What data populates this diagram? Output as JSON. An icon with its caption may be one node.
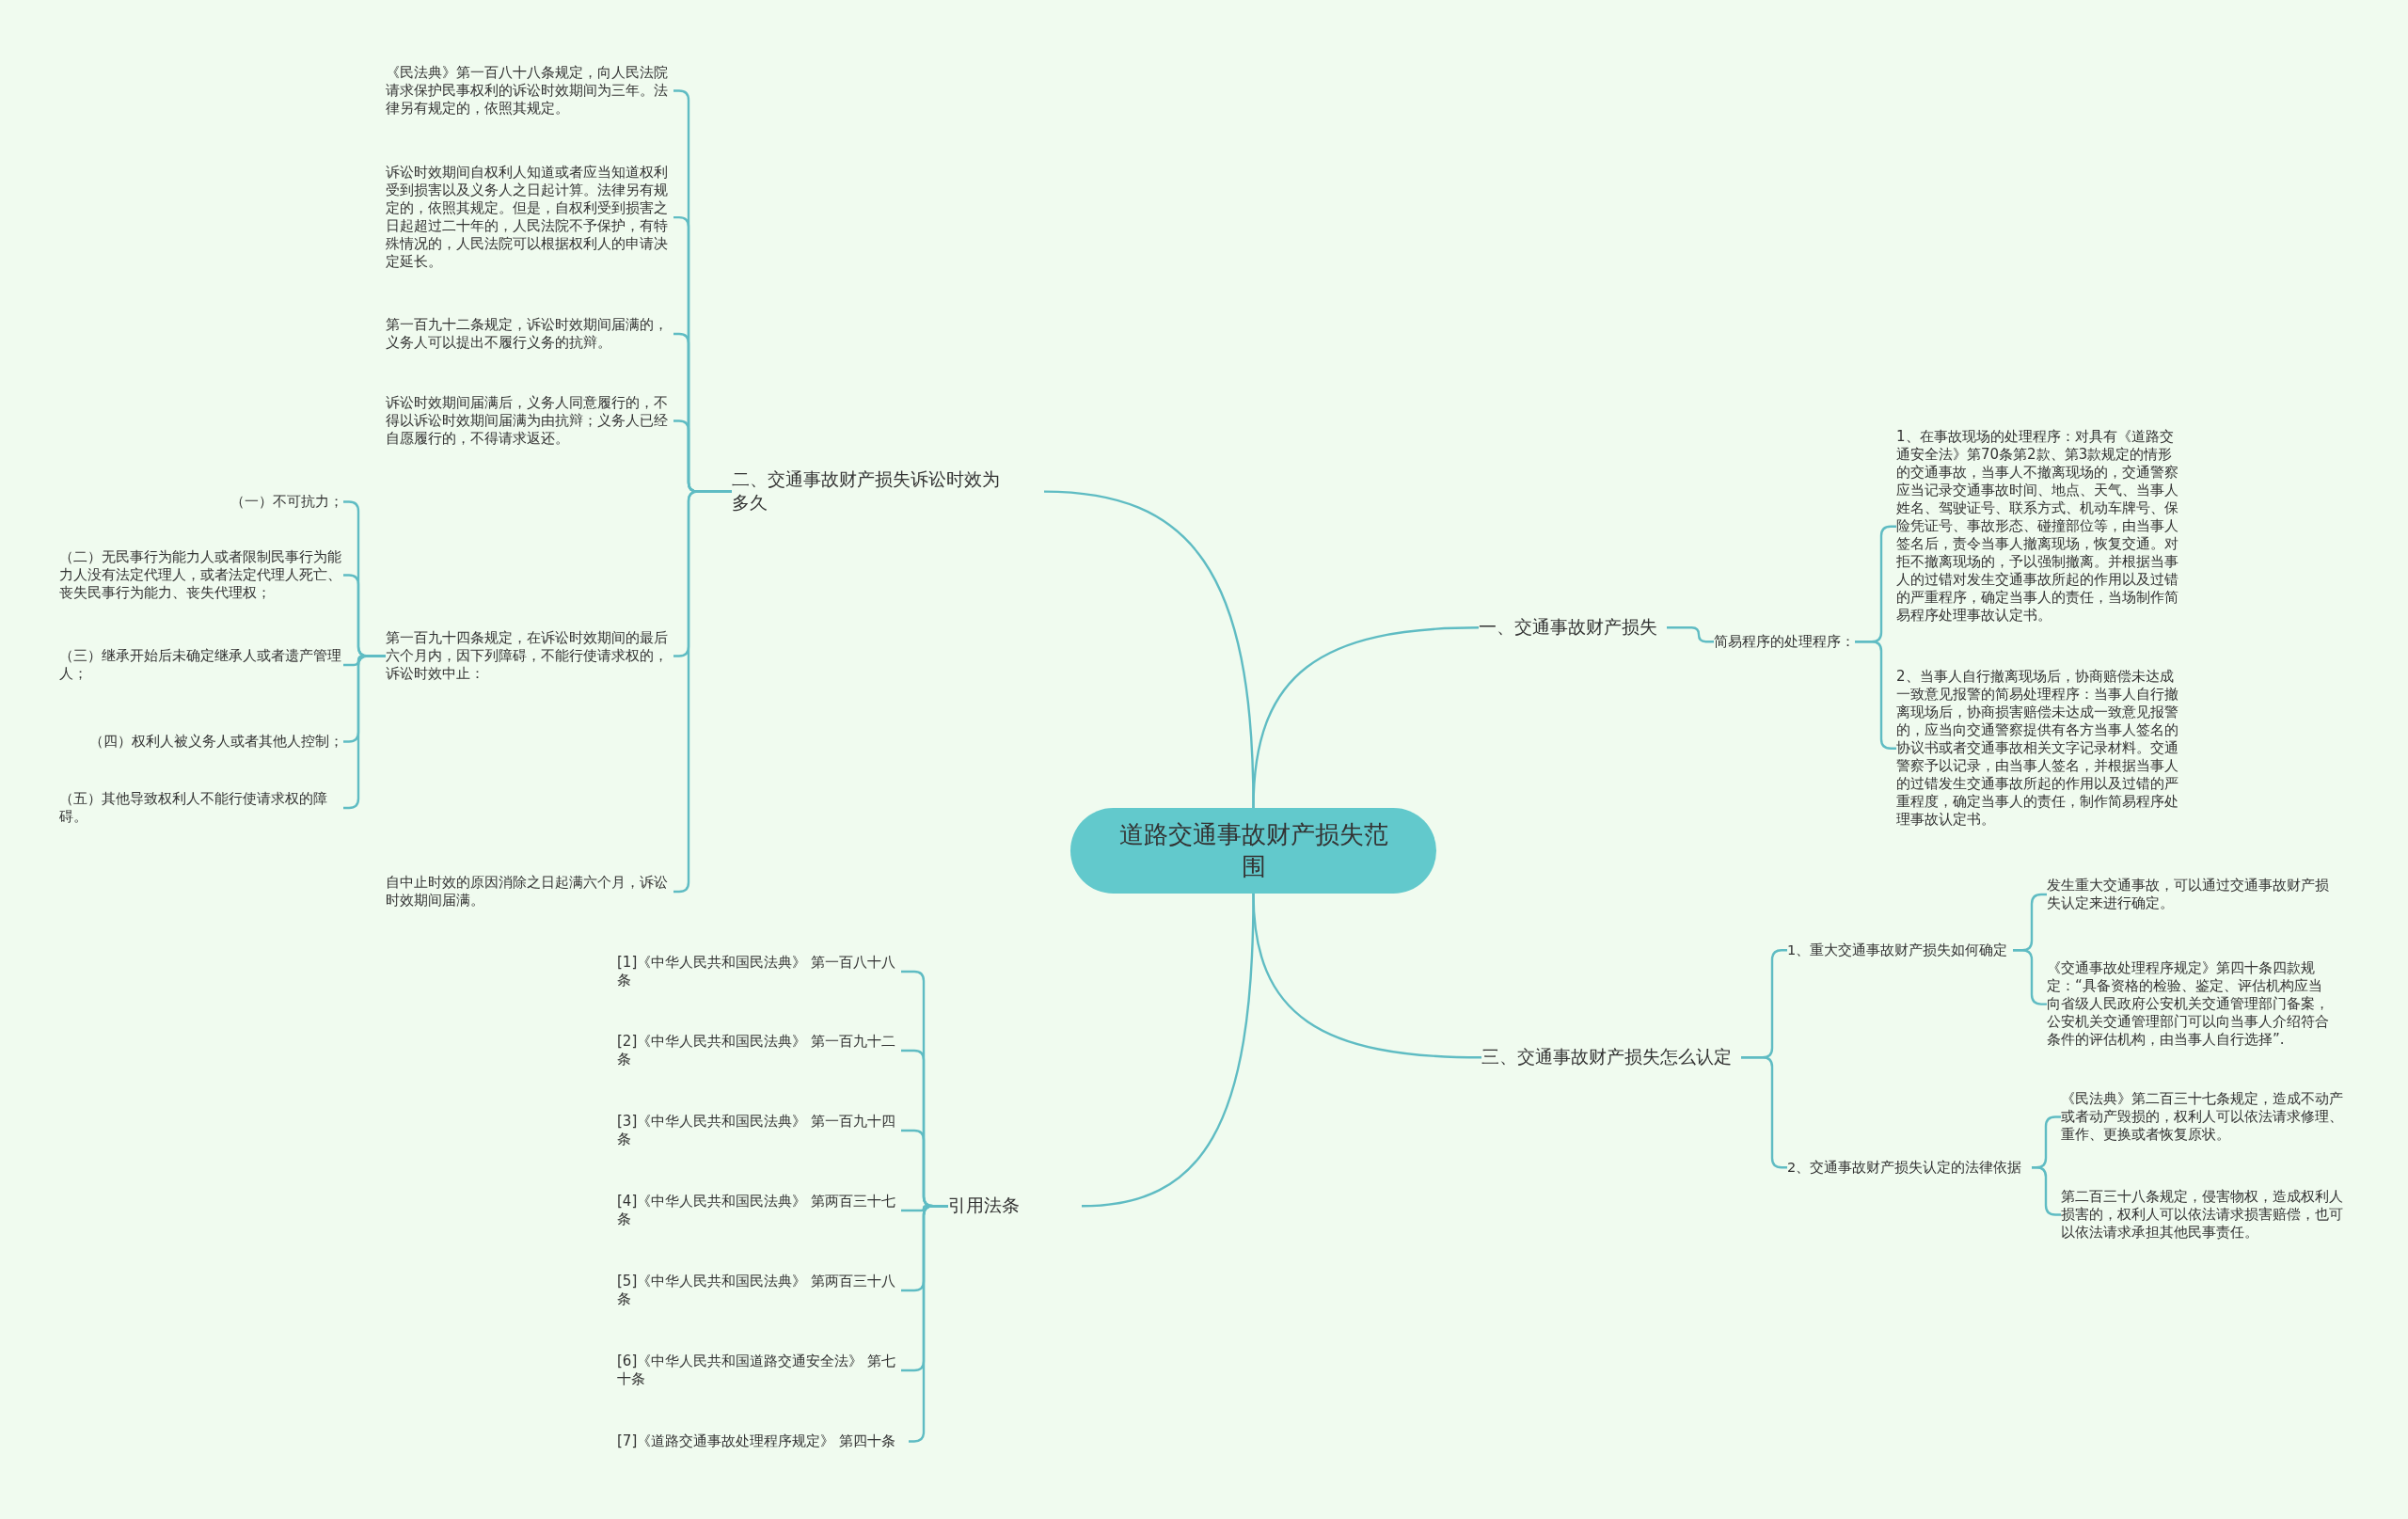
{
  "diagram": {
    "nodes": [
      {
        "text": [
          "道路交通事故财产损失范围"
        ]
      },
      {
        "text": [
          "一、交通事故财产损失"
        ]
      },
      {
        "text": [
          "简易程序的处理程序："
        ]
      },
      {
        "text": [
          "1、在事故现场的处理程序：对具有《道路交通安全法》第70条第2款、第3款规定的情形的交通事故，当事人不撤离现场的，交通警察应当记录交通事故时间、地点、天气、当事人姓名、驾驶证号、联系方式、机动车牌号、保险凭证号、事故形态、碰撞部位等，由当事人签名后，责令当事人撤离现场，恢复交通。对拒不撤离现场的，予以强制撤离。并根据当事人的过错对发生交通事故所起的作用以及过错的严重程序，确定当事人的责任，当场制作简易程序处理事故认定书。"
        ]
      },
      {
        "text": [
          "2、当事人自行撤离现场后，协商赔偿未达成一致意见报警的简易处理程序：当事人自行撤离现场后，协商损害赔偿未达成一致意见报警的，应当向交通警察提供有各方当事人签名的协议书或者交通事故相关文字记录材料。交通警察予以记录，由当事人签名，并根据当事人的过错发生交通事故所起的作用以及过错的严重程度，确定当事人的责任，制作简易程序处理事故认定书。"
        ]
      },
      {
        "text": [
          "二、交通事故财产损失诉讼时效为多久"
        ]
      },
      {
        "text": [
          "《民法典》第一百八十八条规定，向人民法院请求保护民事权利的诉讼时效期间为三年。法律另有规定的，依照其规定。"
        ]
      },
      {
        "text": [
          "诉讼时效期间自权利人知道或者应当知道权利受到损害以及义务人之日起计算。法律另有规定的，依照其规定。但是，自权利受到损害之日起超过二十年的，人民法院不予保护，有特殊情况的，人民法院可以根据权利人的申请决定延长。"
        ]
      },
      {
        "text": [
          "第一百九十二条规定，诉讼时效期间届满的，义务人可以提出不履行义务的抗辩。"
        ]
      },
      {
        "text": [
          "诉讼时效期间届满后，义务人同意履行的，不得以诉讼时效期间届满为由抗辩；义务人已经自愿履行的，不得请求返还。"
        ]
      },
      {
        "text": [
          "第一百九十四条规定，在诉讼时效期间的最后六个月内，因下列障碍，不能行使请求权的，诉讼时效中止："
        ]
      },
      {
        "text": [
          "（一）不可抗力；"
        ]
      },
      {
        "text": [
          "（二）无民事行为能力人或者限制民事行为能力人没有法定代理人，或者法定代理人死亡、丧失民事行为能力、丧失代理权；"
        ]
      },
      {
        "text": [
          "（三）继承开始后未确定继承人或者遗产管理人；"
        ]
      },
      {
        "text": [
          "（四）权利人被义务人或者其他人控制；"
        ]
      },
      {
        "text": [
          "（五）其他导致权利人不能行使请求权的障碍。"
        ]
      },
      {
        "text": [
          "自中止时效的原因消除之日起满六个月，诉讼时效期间届满。"
        ]
      },
      {
        "text": [
          "三、交通事故财产损失怎么认定"
        ]
      },
      {
        "text": [
          "1、重大交通事故财产损失如何确定"
        ]
      },
      {
        "text": [
          "发生重大交通事故，可以通过交通事故财产损失认定来进行确定。"
        ]
      },
      {
        "text": [
          "《交通事故处理程序规定》第四十条四款规定：“具备资格的检验、鉴定、评估机构应当向省级人民政府公安机关交通管理部门备案，公安机关交通管理部门可以向当事人介绍符合条件的评估机构，由当事人自行选择”."
        ]
      },
      {
        "text": [
          "2、交通事故财产损失认定的法律依据"
        ]
      },
      {
        "text": [
          "《民法典》第二百三十七条规定，造成不动产或者动产毁损的，权利人可以依法请求修理、重作、更换或者恢复原状。"
        ]
      },
      {
        "text": [
          "第二百三十八条规定，侵害物权，造成权利人损害的，权利人可以依法请求损害赔偿，也可以依法请求承担其他民事责任。"
        ]
      },
      {
        "text": [
          "引用法条"
        ]
      },
      {
        "text": [
          "[1]《中华人民共和国民法典》 第一百八十八条"
        ]
      },
      {
        "text": [
          "[2]《中华人民共和国民法典》 第一百九十二条"
        ]
      },
      {
        "text": [
          "[3]《中华人民共和国民法典》 第一百九十四条"
        ]
      },
      {
        "text": [
          "[4]《中华人民共和国民法典》 第两百三十七条"
        ]
      },
      {
        "text": [
          "[5]《中华人民共和国民法典》 第两百三十八条"
        ]
      },
      {
        "text": [
          "[6]《中华人民共和国道路交通安全法》 第七十条"
        ]
      },
      {
        "text": [
          "[7]《道路交通事故处理程序规定》 第四十条"
        ]
      }
    ],
    "edges": [
      {
        "from": 0,
        "to": 1,
        "arrow": "none"
      },
      {
        "from": 1,
        "to": 2,
        "arrow": "none"
      },
      {
        "from": 2,
        "to": 3,
        "arrow": "none"
      },
      {
        "from": 2,
        "to": 4,
        "arrow": "none"
      },
      {
        "from": 0,
        "to": 5,
        "arrow": "none"
      },
      {
        "from": 5,
        "to": 6,
        "arrow": "none"
      },
      {
        "from": 5,
        "to": 7,
        "arrow": "none"
      },
      {
        "from": 5,
        "to": 8,
        "arrow": "none"
      },
      {
        "from": 5,
        "to": 9,
        "arrow": "none"
      },
      {
        "from": 5,
        "to": 10,
        "arrow": "none"
      },
      {
        "from": 10,
        "to": 11,
        "arrow": "none"
      },
      {
        "from": 10,
        "to": 12,
        "arrow": "none"
      },
      {
        "from": 10,
        "to": 13,
        "arrow": "none"
      },
      {
        "from": 10,
        "to": 14,
        "arrow": "none"
      },
      {
        "from": 10,
        "to": 15,
        "arrow": "none"
      },
      {
        "from": 5,
        "to": 16,
        "arrow": "none"
      },
      {
        "from": 0,
        "to": 17,
        "arrow": "none"
      },
      {
        "from": 17,
        "to": 18,
        "arrow": "none"
      },
      {
        "from": 18,
        "to": 19,
        "arrow": "none"
      },
      {
        "from": 18,
        "to": 20,
        "arrow": "none"
      },
      {
        "from": 17,
        "to": 21,
        "arrow": "none"
      },
      {
        "from": 21,
        "to": 22,
        "arrow": "none"
      },
      {
        "from": 21,
        "to": 23,
        "arrow": "none"
      },
      {
        "from": 0,
        "to": 24,
        "arrow": "none"
      },
      {
        "from": 24,
        "to": 25,
        "arrow": "none"
      },
      {
        "from": 24,
        "to": 26,
        "arrow": "none"
      },
      {
        "from": 24,
        "to": 27,
        "arrow": "none"
      },
      {
        "from": 24,
        "to": 28,
        "arrow": "none"
      },
      {
        "from": 24,
        "to": 29,
        "arrow": "none"
      },
      {
        "from": 24,
        "to": 30,
        "arrow": "none"
      },
      {
        "from": 24,
        "to": 31,
        "arrow": "none"
      }
    ]
  }
}
